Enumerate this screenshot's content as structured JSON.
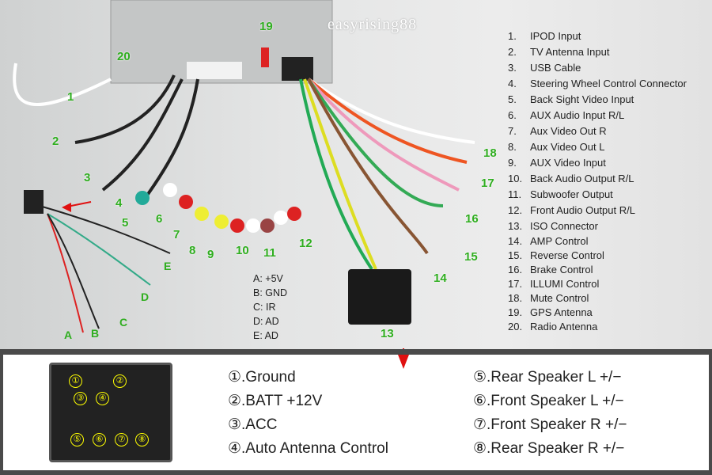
{
  "watermark": "easyrising88",
  "callouts": [
    "1",
    "2",
    "3",
    "4",
    "5",
    "6",
    "7",
    "8",
    "9",
    "10",
    "11",
    "12",
    "13",
    "14",
    "15",
    "16",
    "17",
    "18",
    "19",
    "20"
  ],
  "wire_letters": [
    "A",
    "B",
    "C",
    "D",
    "E"
  ],
  "legend": [
    {
      "n": "1.",
      "label": "IPOD Input"
    },
    {
      "n": "2.",
      "label": "TV Antenna Input"
    },
    {
      "n": "3.",
      "label": "USB Cable"
    },
    {
      "n": "4.",
      "label": "Steering Wheel Control Connector"
    },
    {
      "n": "5.",
      "label": "Back Sight Video Input"
    },
    {
      "n": "6.",
      "label": "AUX Audio Input R/L"
    },
    {
      "n": "7.",
      "label": "Aux Video Out R"
    },
    {
      "n": "8.",
      "label": "Aux Video Out L"
    },
    {
      "n": "9.",
      "label": "AUX Video Input"
    },
    {
      "n": "10.",
      "label": "Back Audio Output R/L"
    },
    {
      "n": "11.",
      "label": "Subwoofer Output"
    },
    {
      "n": "12.",
      "label": "Front Audio Output R/L"
    },
    {
      "n": "13.",
      "label": "ISO Connector"
    },
    {
      "n": "14.",
      "label": "AMP Control"
    },
    {
      "n": "15.",
      "label": "Reverse Control"
    },
    {
      "n": "16.",
      "label": "Brake Control"
    },
    {
      "n": "17.",
      "label": "ILLUMI Control"
    },
    {
      "n": "18.",
      "label": "Mute Control"
    },
    {
      "n": "19.",
      "label": "GPS Antenna"
    },
    {
      "n": "20.",
      "label": "Radio Antenna"
    }
  ],
  "wire_legend": [
    "A: +5V",
    "B: GND",
    "C: IR",
    "D: AD",
    "E: AD"
  ],
  "iso_pins": [
    "①",
    "②",
    "③",
    "④",
    "⑤",
    "⑥",
    "⑦",
    "⑧"
  ],
  "iso_legend": [
    "①.Ground",
    "②.BATT +12V",
    "③.ACC",
    "④.Auto Antenna Control",
    "⑤.Rear Speaker L +/−",
    "⑥.Front Speaker L +/−",
    "⑦.Front Speaker R +/−",
    "⑧.Rear Speaker R +/−"
  ],
  "colors": {
    "callout": "#2fae1f",
    "arrow": "#e01010",
    "pin": "#ffff00"
  }
}
